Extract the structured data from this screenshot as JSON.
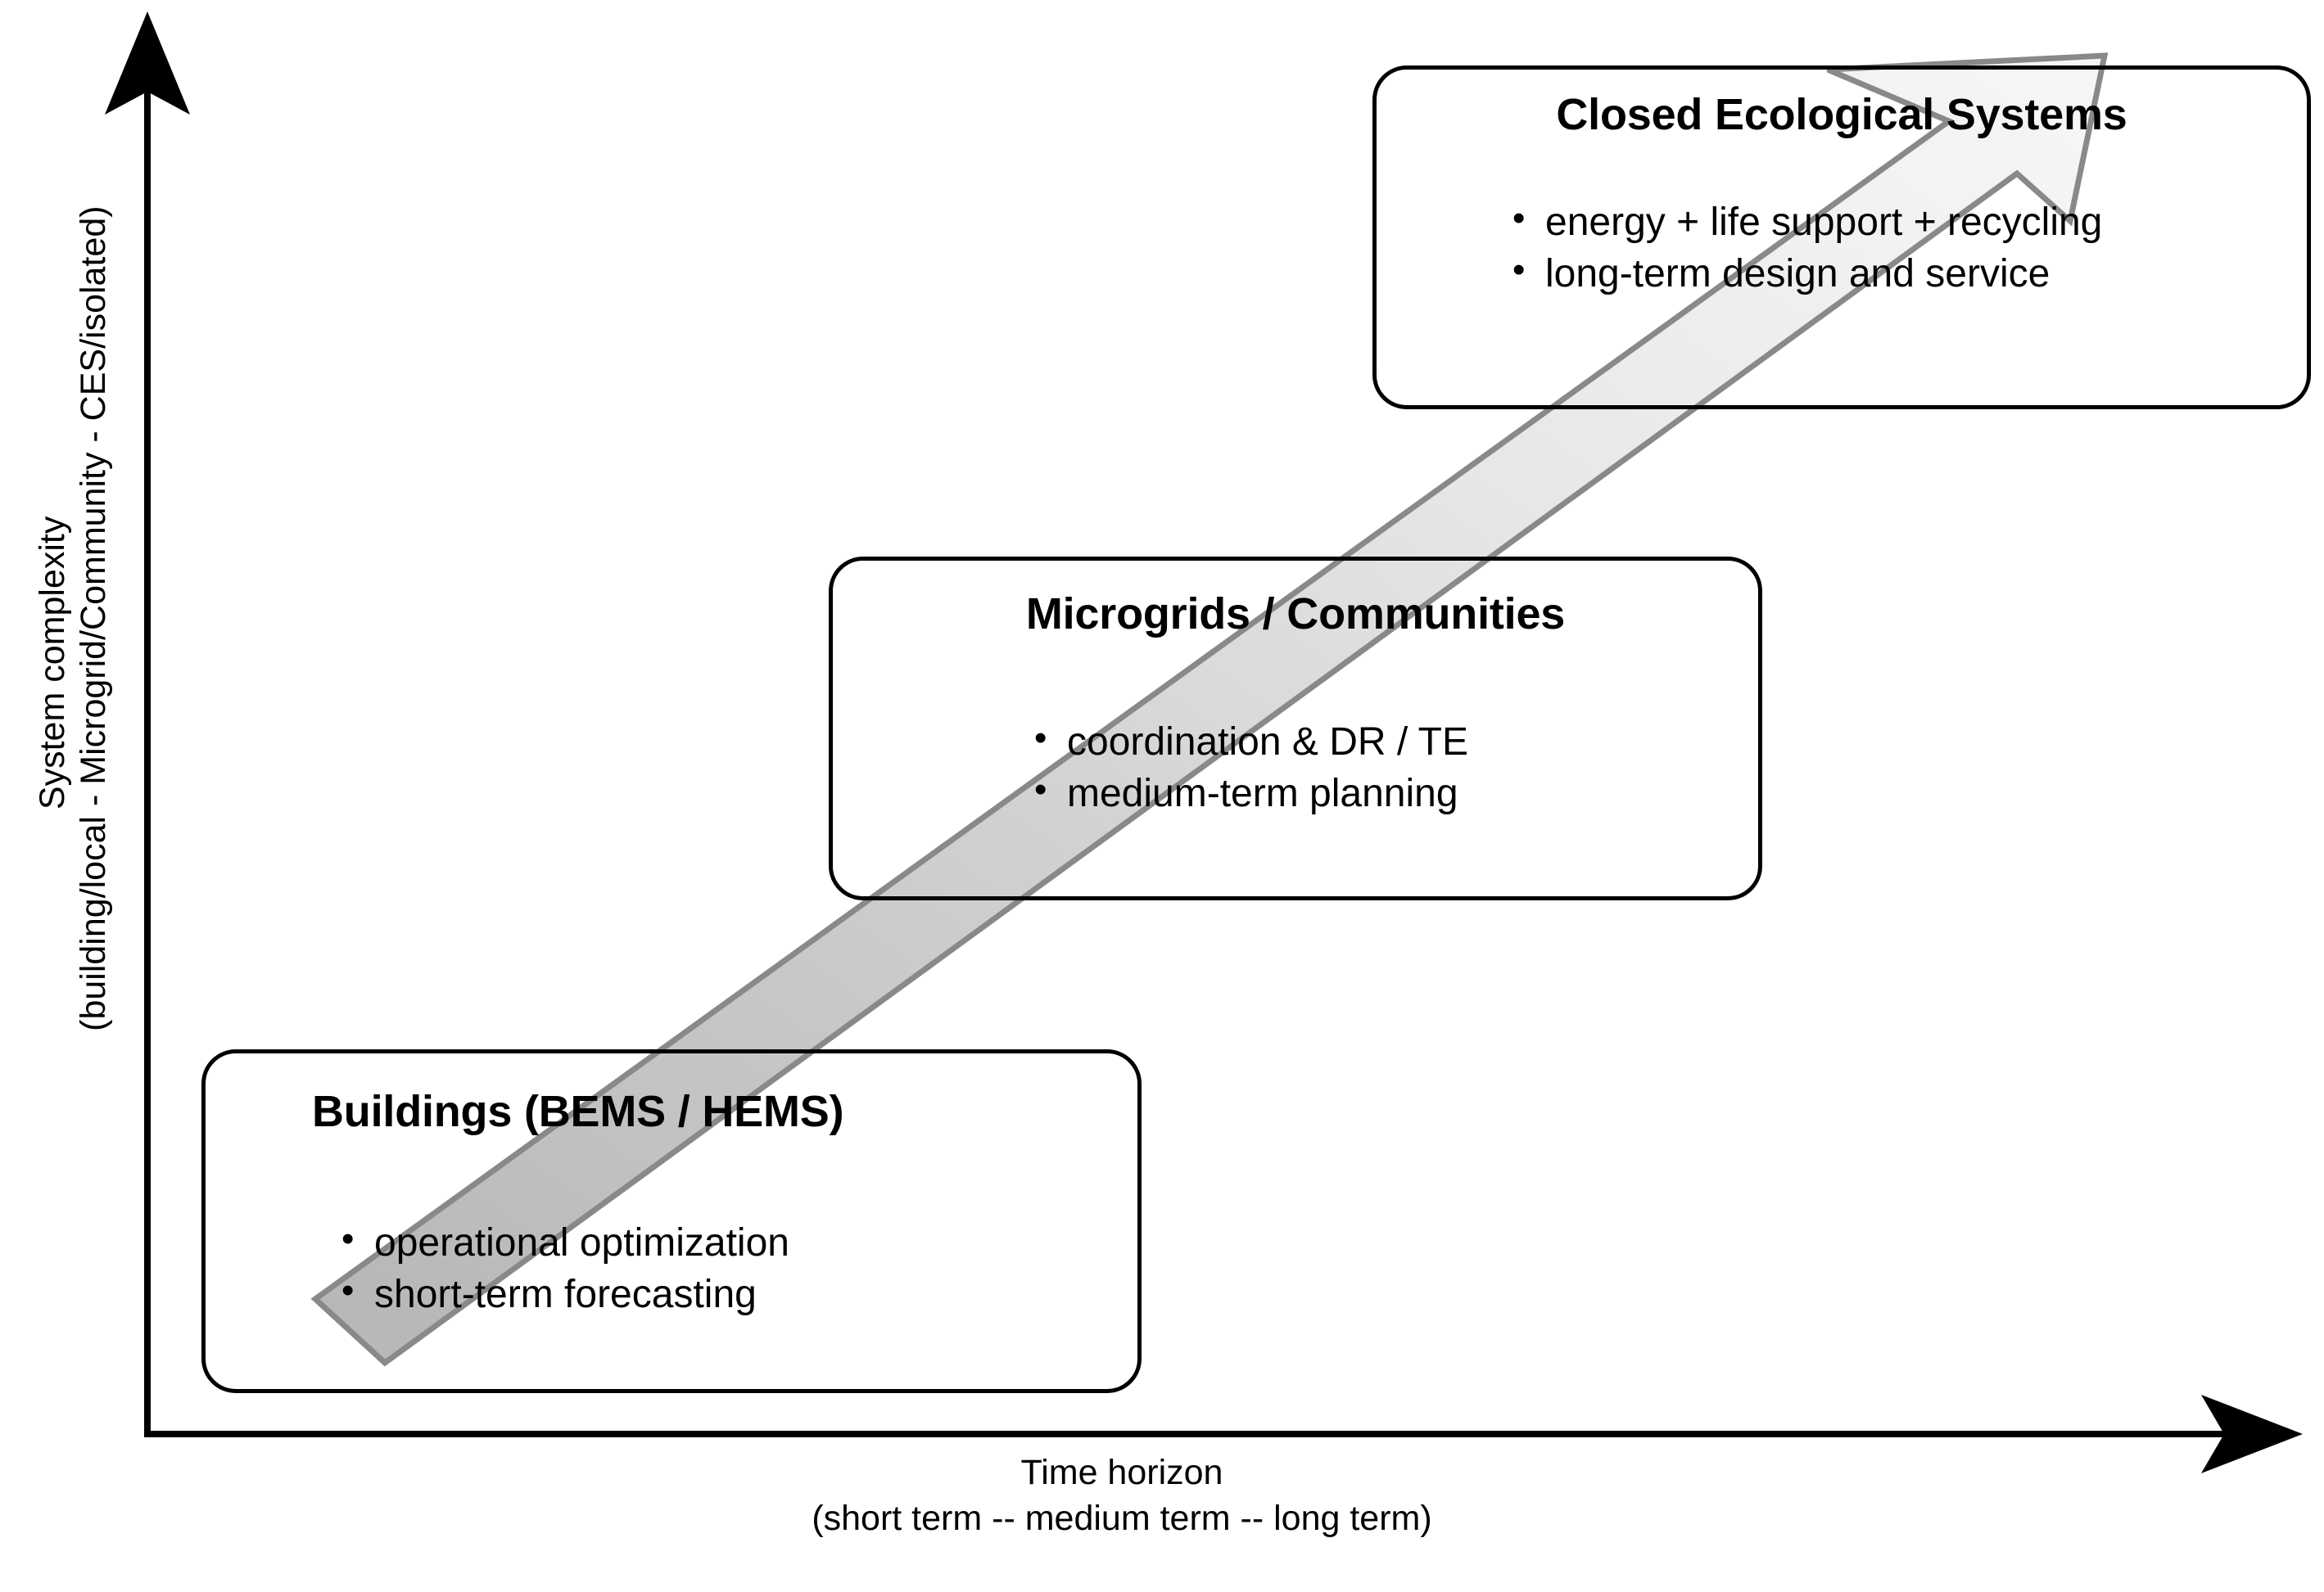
{
  "figure": {
    "type": "conceptual-diagram",
    "background_color": "#ffffff",
    "box_border_color": "#000000",
    "arrow_outline_color": "#808080",
    "arrow_fill_dark": "#b3b3b3",
    "arrow_fill_light": "#f5f5f5"
  },
  "axes": {
    "y": {
      "label_line1": "System complexity",
      "label_line2": "(building/local - Microgrid/Community - CES/isolated)",
      "direction": "up",
      "arrow_head": "filled-triangle"
    },
    "x": {
      "label_line1": "Time horizon",
      "label_line2": "(short term   --   medium term   --   long term)",
      "direction": "right",
      "arrow_head": "filled-triangle"
    }
  },
  "arrow": {
    "name": "growth-progression-arrow",
    "from": "Buildings (BEMS / HEMS)",
    "to": "Closed Ecological Systems",
    "style": "tapered gradient band, light gray, gray outline, arrowhead at upper right"
  },
  "boxes": [
    {
      "id": "buildings",
      "title": "Buildings (BEMS / HEMS)",
      "bullets": [
        "operational optimization",
        "short-term forecasting"
      ]
    },
    {
      "id": "microgrids",
      "title": "Microgrids / Communities",
      "bullets": [
        "coordination & DR / TE",
        "medium-term planning"
      ]
    },
    {
      "id": "ces",
      "title": "Closed Ecological Systems",
      "bullets": [
        "energy + life support + recycling",
        "long-term design and service"
      ]
    }
  ]
}
